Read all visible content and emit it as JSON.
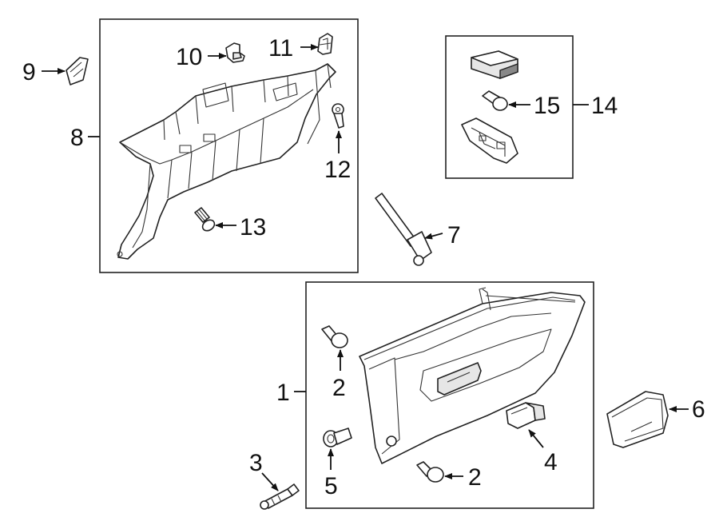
{
  "diagram": {
    "callouts": {
      "c1": "1",
      "c2a": "2",
      "c2b": "2",
      "c3": "3",
      "c4": "4",
      "c5": "5",
      "c6": "6",
      "c7": "7",
      "c8": "8",
      "c9": "9",
      "c10": "10",
      "c11": "11",
      "c12": "12",
      "c13": "13",
      "c14": "14",
      "c15": "15"
    },
    "colors": {
      "line": "#222222",
      "shade": "#e6e6e6",
      "background": "#ffffff"
    }
  }
}
